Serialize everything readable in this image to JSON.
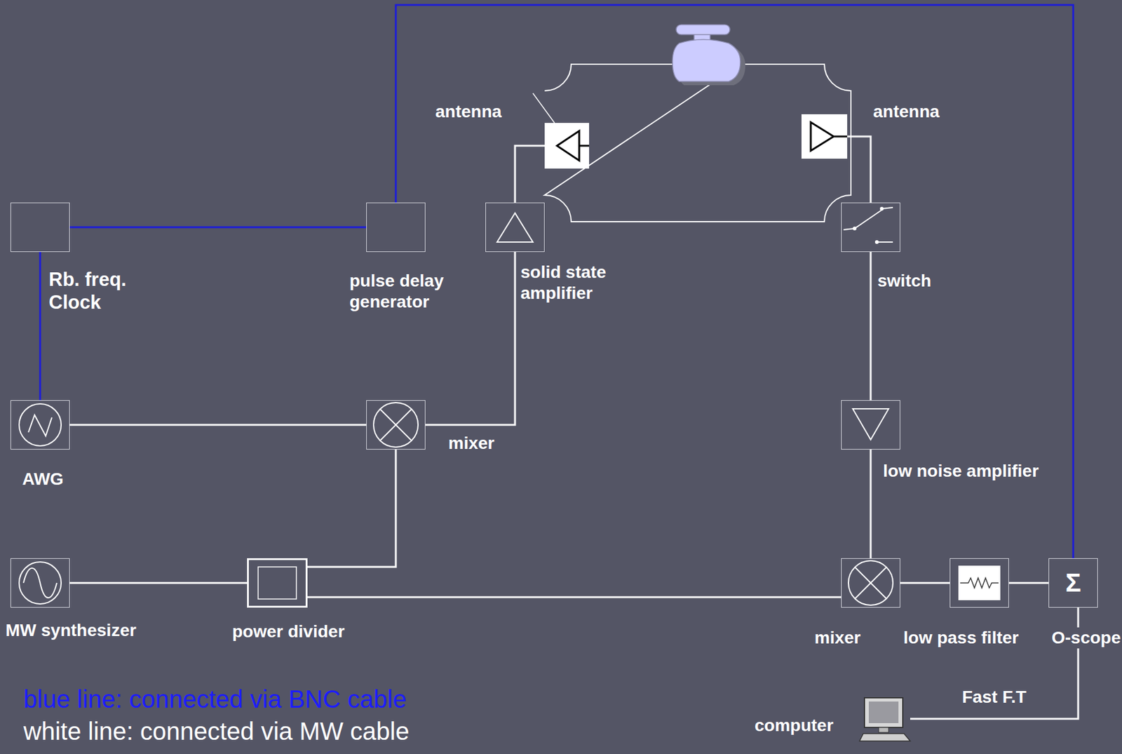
{
  "diagram": {
    "nodes": [
      {
        "text": [
          "antenna"
        ]
      },
      {
        "text": [
          "antenna"
        ]
      },
      {
        "text": [
          "Rb. freq. Clock"
        ]
      },
      {
        "text": [
          "pulse delay generator"
        ]
      },
      {
        "text": [
          "solid state amplifier"
        ]
      },
      {
        "text": [
          "switch"
        ]
      },
      {
        "text": [
          "AWG"
        ]
      },
      {
        "text": [
          "mixer"
        ]
      },
      {
        "text": [
          "low noise amplifier"
        ]
      },
      {
        "text": [
          "MW synthesizer"
        ]
      },
      {
        "text": [
          "power divider"
        ]
      },
      {
        "text": [
          "mixer"
        ]
      },
      {
        "text": [
          "low pass filter"
        ]
      },
      {
        "text": [
          "Σ",
          "O-scope"
        ]
      },
      {
        "text": [
          "computer"
        ]
      }
    ],
    "edges": [
      {
        "from": 2,
        "to": 3,
        "arrow": "none"
      },
      {
        "from": 2,
        "to": 6,
        "arrow": "none"
      },
      {
        "from": 3,
        "to": 13,
        "arrow": "none"
      },
      {
        "from": 6,
        "to": 7,
        "arrow": "none"
      },
      {
        "from": 9,
        "to": 10,
        "arrow": "none"
      },
      {
        "from": 10,
        "to": 7,
        "arrow": "none"
      },
      {
        "from": 10,
        "to": 11,
        "arrow": "none"
      },
      {
        "from": 7,
        "to": 4,
        "arrow": "none"
      },
      {
        "from": 4,
        "to": 0,
        "arrow": "none"
      },
      {
        "from": 1,
        "to": 5,
        "arrow": "none"
      },
      {
        "from": 5,
        "to": 8,
        "arrow": "none"
      },
      {
        "from": 8,
        "to": 11,
        "arrow": "none"
      },
      {
        "from": 11,
        "to": 12,
        "arrow": "none"
      },
      {
        "from": 12,
        "to": 13,
        "arrow": "none"
      },
      {
        "from": 13,
        "to": 14,
        "label": "Fast F.T",
        "arrow": "none"
      }
    ],
    "labels": [
      "blue line: connected via BNC cable",
      "white line: connected via MW cable"
    ]
  }
}
